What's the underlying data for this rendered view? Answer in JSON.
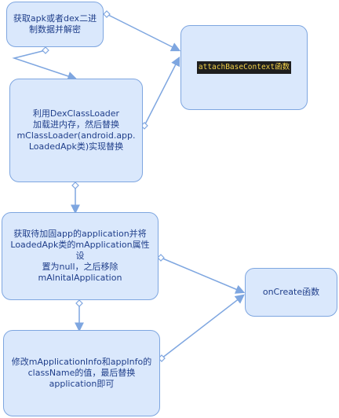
{
  "nodes": {
    "n1": {
      "label": "获取apk或者dex二进\n制数据并解密"
    },
    "n2": {
      "label": "利用DexClassLoader\n加载进内存，然后替换\nmClassLoader(android.app.\nLoadedApk类)实现替换"
    },
    "n3": {
      "label": "attachBaseContext函数"
    },
    "n4": {
      "label": "获取待加固app的application并将\nLoadedApk类的mApplication属性设\n置为null，之后移除\nmAlnitalApplication"
    },
    "n5": {
      "label": "onCreate函数"
    },
    "n6": {
      "label": "修改mApplicationInfo和appInfo的\nclassName的值，最后替换\napplication即可"
    }
  },
  "colors": {
    "fill": "#dae8fc",
    "stroke": "#7ea6e0",
    "text": "#1f3e8a",
    "highlight_bg": "#1e1e1e",
    "highlight_text": "#f3d34a"
  }
}
